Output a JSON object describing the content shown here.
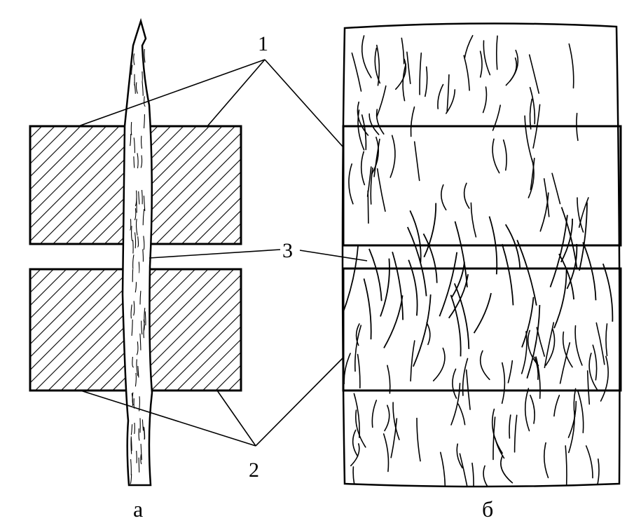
{
  "labels": {
    "one": "1",
    "two": "2",
    "three": "3"
  },
  "captions": {
    "a": "а",
    "b": "б"
  },
  "colors": {
    "ink": "#000000",
    "paper": "#ffffff"
  }
}
